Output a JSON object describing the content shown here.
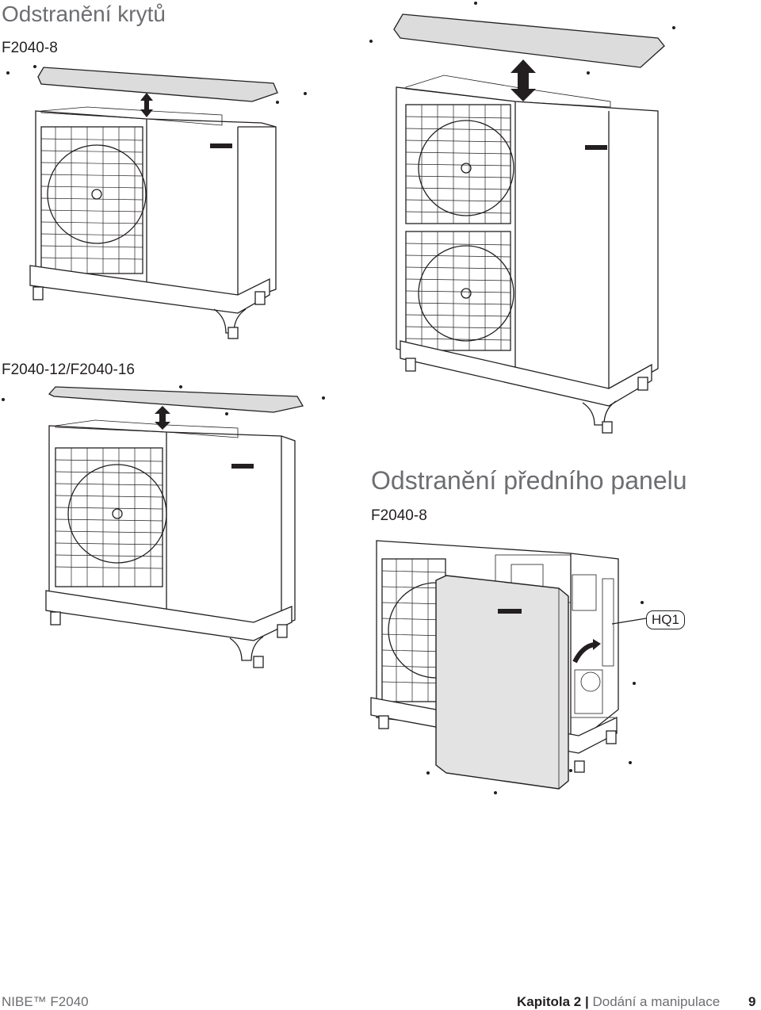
{
  "heading_top": "Odstranění krytů",
  "heading_front": "Odstranění předního panelu",
  "labels": {
    "model_small_top": "F2040-8",
    "model_large": "F2040-12/F2040-16",
    "model_small_front": "F2040-8",
    "callout": "HQ1"
  },
  "footer": {
    "brand": "NIBE™ F2040",
    "chapter": "Kapitola 2",
    "separator": "|",
    "section": "Dodání a manipulace",
    "page": "9"
  },
  "icons": {
    "lift_arrow": "double-arrow-vertical-icon",
    "screw": "screw-icon",
    "fan": "fan-grille-icon"
  }
}
